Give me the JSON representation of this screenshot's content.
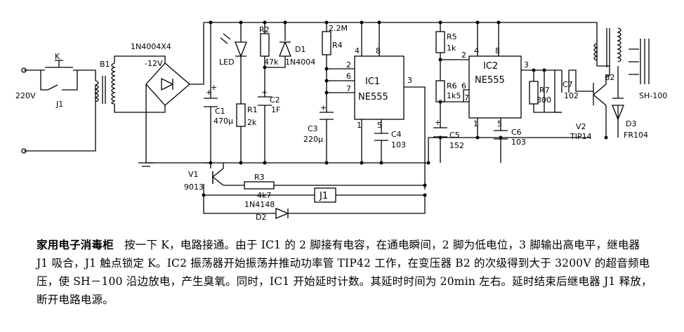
{
  "labels": {
    "k": "K",
    "j1": "J1",
    "v220": "220V",
    "b1": "B1",
    "bridge": "1N4004X4",
    "v12": "-12V",
    "c1": "C1",
    "c1v": "470μ",
    "led": "LED",
    "r1": "R1",
    "r1v": "2k",
    "r2": "R2",
    "r2v": "47k",
    "d1": "D1",
    "d1v": "1N4004",
    "c2": "C2",
    "c2v": "1F",
    "r4v": "2.2M",
    "r4": "R4",
    "ic1": "IC1",
    "ic1t": "NE555",
    "c3": "C3",
    "c3v": "220μ",
    "c4": "C4",
    "c4v": "103",
    "r5": "R5",
    "r5v": "1k",
    "r6": "R6",
    "r6v": "1k5",
    "c5": "C5",
    "c5v": "152",
    "ic2": "IC2",
    "ic2t": "NE555",
    "c6": "C6",
    "c6v": "103",
    "r7": "R7",
    "r7v": "300",
    "c7": "C7",
    "c7v": "102",
    "v2": "V2",
    "v2v": "TIP14",
    "d3": "D3",
    "d3v": "FR104",
    "b2": "B2",
    "sh": "SH-100",
    "v1": "V1",
    "v1v": "9013",
    "r3": "R3",
    "r3v": "4k7",
    "j1box": "J1",
    "d2t": "1N4148",
    "d2": "D2",
    "p4a": "4",
    "p8a": "8",
    "p6a": "6",
    "p2a": "2",
    "p7a": "7",
    "p3a": "3",
    "p1a": "1",
    "p5a": "5",
    "p4b": "4",
    "p8b": "8",
    "p2b": "2",
    "p6b": "6",
    "p7b": "7",
    "p3b": "3",
    "p1b": "1",
    "p5b": "5",
    "plus1": "+",
    "plus2": "+",
    "plus3": "+",
    "plus4": "+",
    "plus5": "+"
  },
  "caption": {
    "title": "家用电子消毒柜",
    "body": "按一下 K，电路接通。由于 IC1 的 2 脚接有电容，在通电瞬间，2 脚为低电位，3 脚输出高电平，继电器 J1 吸合，J1 触点锁定 K。IC2 振荡器开始振荡并推动功率管 TIP42 工作，在变压器 B2 的次级得到大于 3200V 的超音频电压，使 SH－100 沿边放电，产生臭氧。同时，IC1 开始延时计数。其延时时间为 20min 左右。延时结束后继电器 J1 释放，断开电路电源。"
  }
}
